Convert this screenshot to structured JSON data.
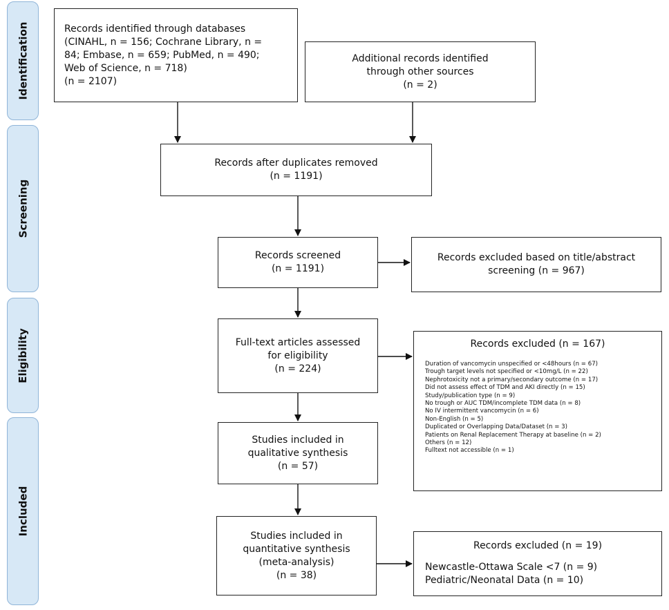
{
  "phases": {
    "identification": "Identification",
    "screening": "Screening",
    "eligibility": "Eligibility",
    "included": "Included"
  },
  "boxes": {
    "databases": {
      "lines": [
        "Records identified through databases",
        "(CINAHL, n = 156; Cochrane Library, n =",
        "84; Embase, n = 659; PubMed, n = 490;",
        "Web of Science, n = 718)",
        "(n = 2107)"
      ]
    },
    "other_sources": {
      "lines": [
        "Additional records identified",
        "through other sources",
        "(n = 2)"
      ]
    },
    "duplicates_removed": {
      "lines": [
        "Records after duplicates removed",
        "(n = 1191)"
      ]
    },
    "screened": {
      "lines": [
        "Records screened",
        "(n = 1191)"
      ]
    },
    "excluded_title": {
      "lines": [
        "Records excluded based on title/abstract",
        "screening (n = 967)"
      ]
    },
    "fulltext": {
      "lines": [
        "Full-text articles assessed",
        "for eligibility",
        "(n = 224)"
      ]
    },
    "excluded_fulltext": {
      "title": "Records excluded (n = 167)",
      "reasons": [
        "Duration of vancomycin unspecified or <48hours (n = 67)",
        "Trough target levels not specified or <10mg/L (n = 22)",
        "Nephrotoxicity not a primary/secondary outcome (n = 17)",
        "Did not assess effect of TDM and AKI directly (n = 15)",
        "Study/publication type (n = 9)",
        "No trough or AUC TDM/incomplete TDM data (n = 8)",
        "No IV intermittent vancomycin (n = 6)",
        "Non-English (n = 5)",
        "Duplicated or Overlapping Data/Dataset (n = 3)",
        "Patients on Renal Replacement Therapy at baseline (n = 2)",
        "Others (n = 12)",
        "Fulltext not accessible (n = 1)"
      ]
    },
    "qualitative": {
      "lines": [
        "Studies included in",
        "qualitative synthesis",
        "(n = 57)"
      ]
    },
    "quantitative": {
      "lines": [
        "Studies included in",
        "quantitative synthesis",
        "(meta-analysis)",
        "(n = 38)"
      ]
    },
    "excluded_quality": {
      "title": "Records excluded (n = 19)",
      "reasons": [
        "Newcastle-Ottawa Scale <7 (n = 9)",
        "Pediatric/Neonatal Data (n = 10)"
      ]
    }
  }
}
